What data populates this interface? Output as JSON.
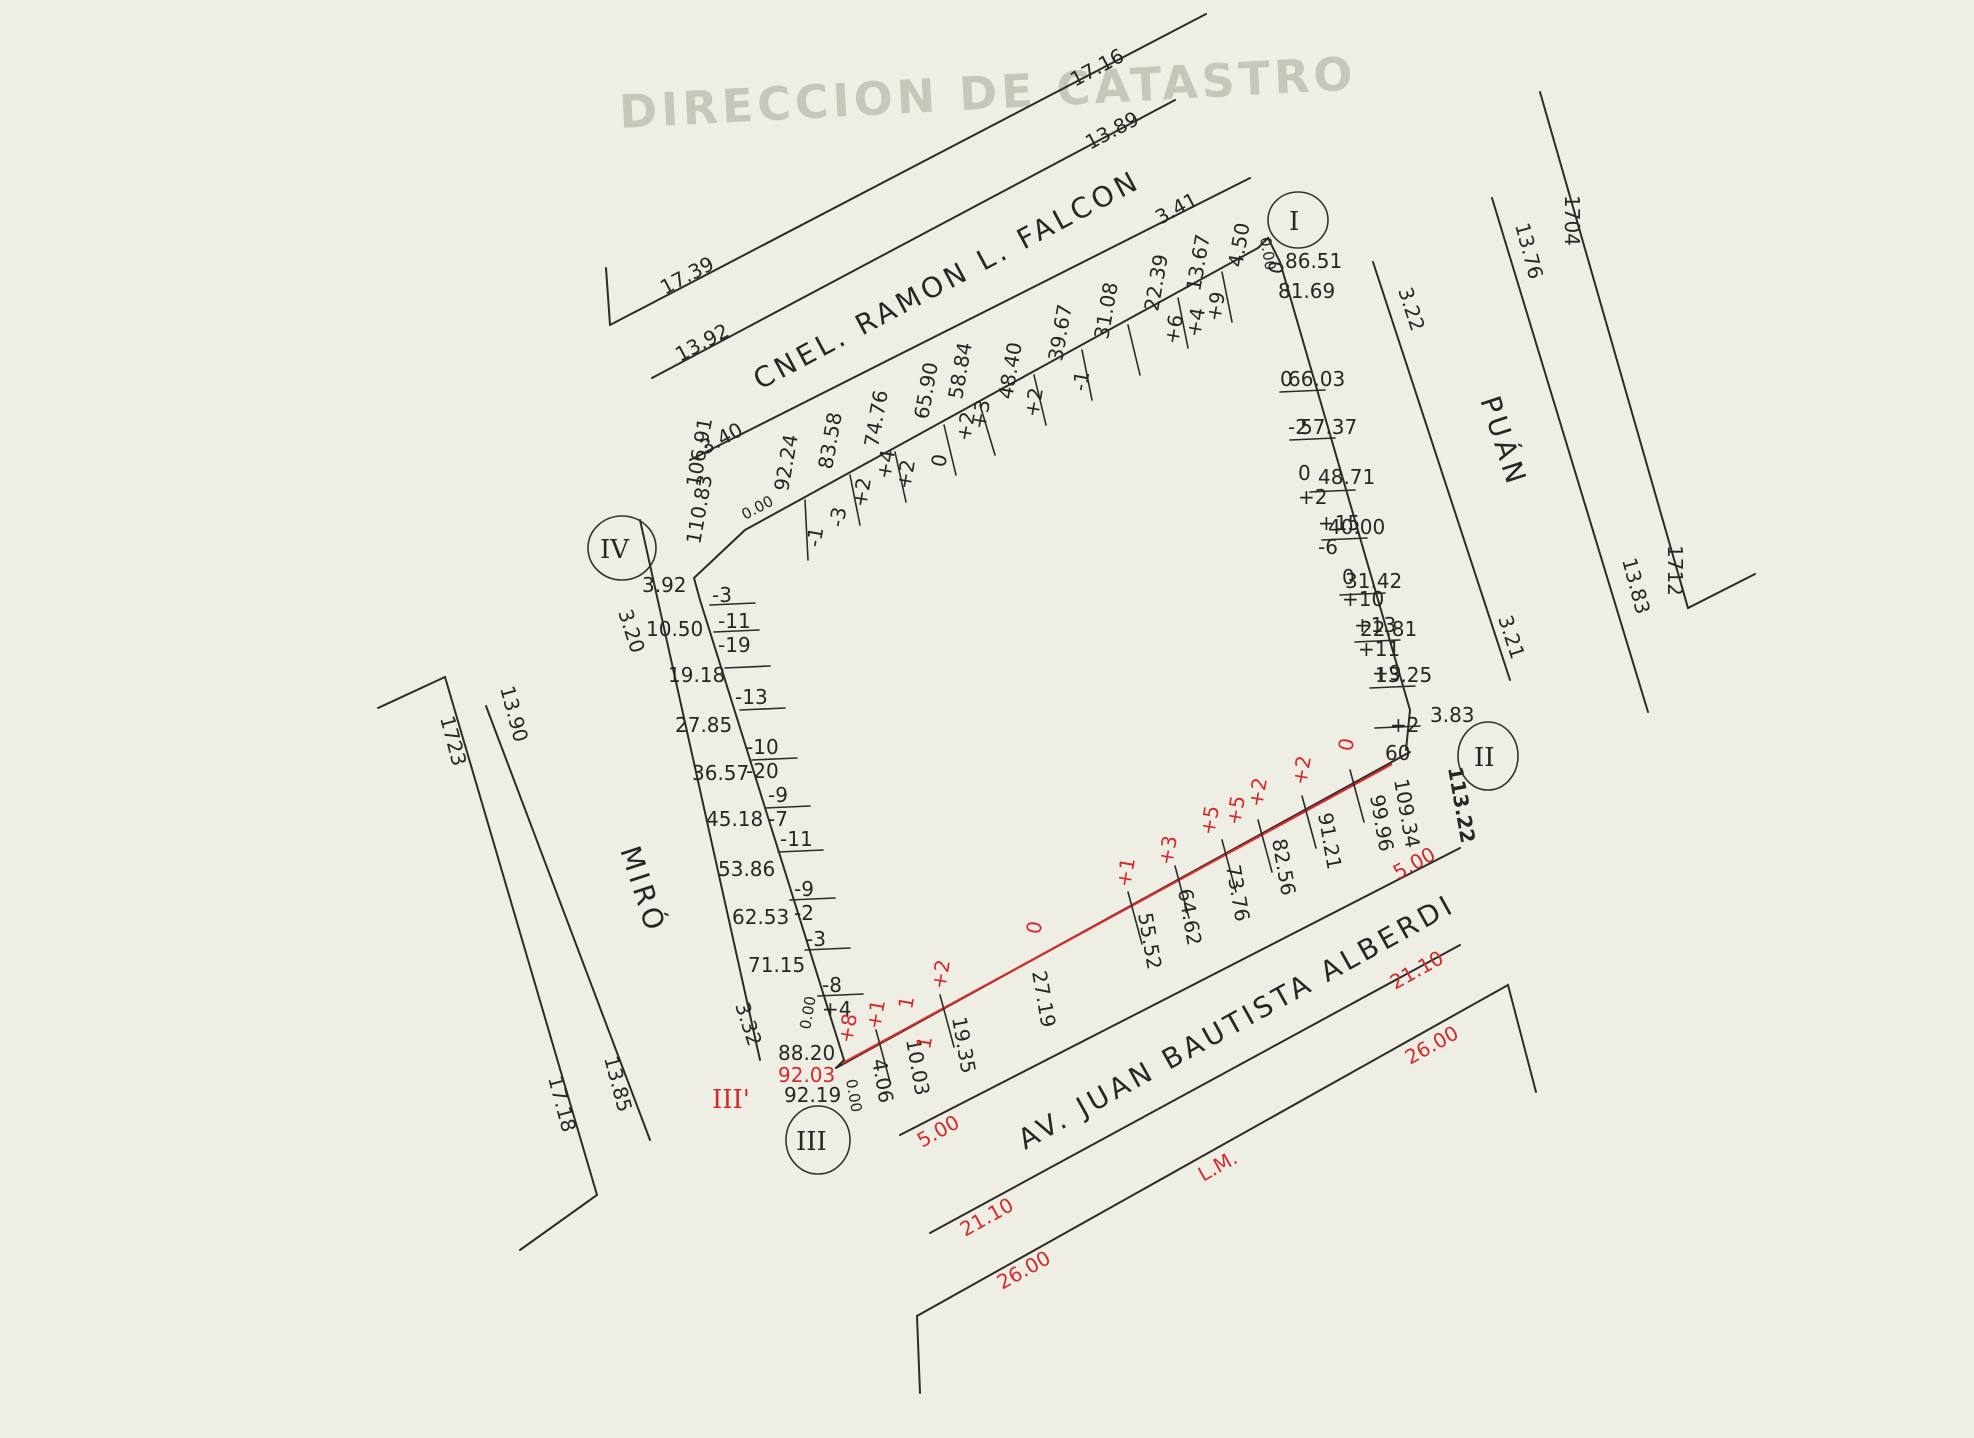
{
  "colors": {
    "paper": "#efeee4",
    "ink": "#2b2b2b",
    "red_ink": "#d42a2a",
    "border": "#1a1208"
  },
  "header_faint": "DIRECCION DE CATASTRO",
  "streets": {
    "north": "CNEL. RAMON L. FALCON",
    "east": "PUÁN",
    "west": "MIRÓ",
    "south": "AV. JUAN BAUTISTA ALBERDI"
  },
  "vertices": {
    "I": "I",
    "II": "II",
    "III": "III",
    "III_red": "III'",
    "IV": "IV"
  },
  "outer_labels": {
    "top_1716": "17.16",
    "top_1389": "13.89",
    "top_1739": "17.39",
    "top_1392": "13.92",
    "right_1704": "1704",
    "right_1376": "13.76",
    "right_1712": "1712",
    "right_1383": "13.83",
    "left_1723": "1723",
    "left_1390": "13.90",
    "left_1718": "17.18",
    "left_1385": "13.85",
    "lm": "L.M.",
    "red_2110_a": "21.10",
    "red_2600_a": "26.00",
    "red_2110_b": "21.10",
    "red_2600_b": "26.00",
    "red_500_a": "5.00",
    "red_500_b": "5.00"
  },
  "widths": {
    "n_341": "3.41",
    "n_340": "3.40",
    "e_322": "3.22",
    "e_321": "3.21",
    "w_320": "3.20",
    "w_332": "3.32"
  },
  "north_side": {
    "distances": [
      "106.91",
      "92.24",
      "83.58",
      "74.76",
      "65.90",
      "58.84",
      "48.40",
      "39.67",
      "31.08",
      "22.39",
      "13.67",
      "4.50"
    ],
    "marks": [
      "-1",
      "-3",
      "+2",
      "+4",
      "+2",
      "0",
      "+2",
      "+3",
      "+2",
      "-1",
      "+6",
      "+9",
      "+4",
      "0"
    ]
  },
  "east_side": {
    "distances": [
      "86.51",
      "81.69",
      "66.03",
      "57.37",
      "48.71",
      "40.00",
      "31.42",
      "22.81",
      "13.25",
      "3.83"
    ],
    "marks": [
      "0",
      "-2",
      "0",
      "+2",
      "+15",
      "-6",
      "0",
      "+10",
      "+13",
      "+11",
      "+9",
      "+2",
      "60"
    ]
  },
  "west_side": {
    "distances": [
      "110.83",
      "3.92",
      "10.50",
      "19.18",
      "27.85",
      "36.57",
      "45.18",
      "53.86",
      "62.53",
      "71.15",
      "88.20",
      "92.19"
    ],
    "marks": [
      "-3",
      "-11",
      "-19",
      "-13",
      "-10",
      "-20",
      "-9",
      "-7",
      "-11",
      "-9",
      "-2",
      "-3",
      "-8",
      "+4"
    ]
  },
  "south_side": {
    "distances": [
      "113.22",
      "109.34",
      "99.96",
      "91.21",
      "82.56",
      "73.76",
      "64.62",
      "55.52",
      "27.19",
      "19.35",
      "10.03",
      "4.06"
    ],
    "red_marks": [
      "0",
      "+2",
      "+2",
      "+5",
      "+5",
      "+3",
      "+1",
      "0",
      "+2",
      "1",
      "1",
      "+1",
      "+8"
    ],
    "red_distance": "92.03"
  },
  "small_zeros": "0.00"
}
